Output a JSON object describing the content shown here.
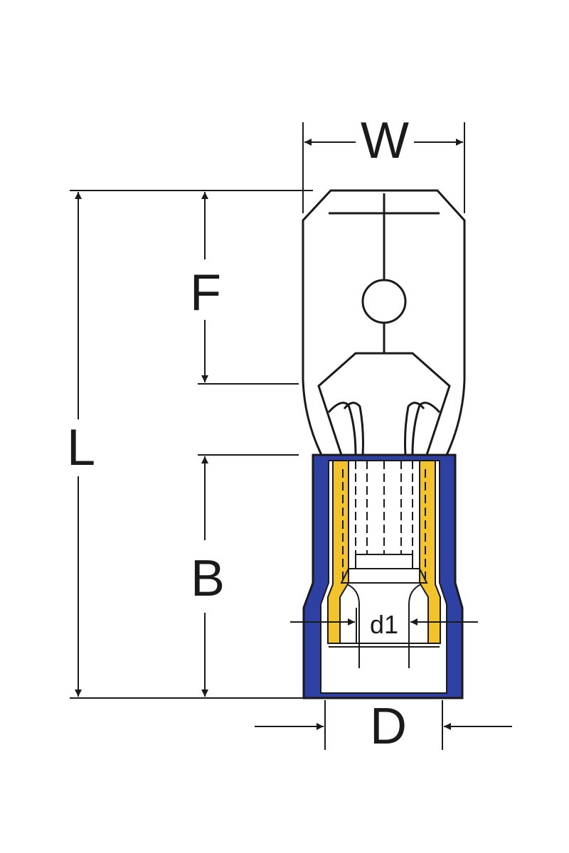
{
  "dimensions": {
    "W": "W",
    "F": "F",
    "L": "L",
    "B": "B",
    "D": "D",
    "d1": "d1"
  },
  "colors": {
    "line": "#1a1a1a",
    "insulation": "#2e41a3",
    "sleeve": "#f2c32c",
    "background": "#ffffff"
  }
}
